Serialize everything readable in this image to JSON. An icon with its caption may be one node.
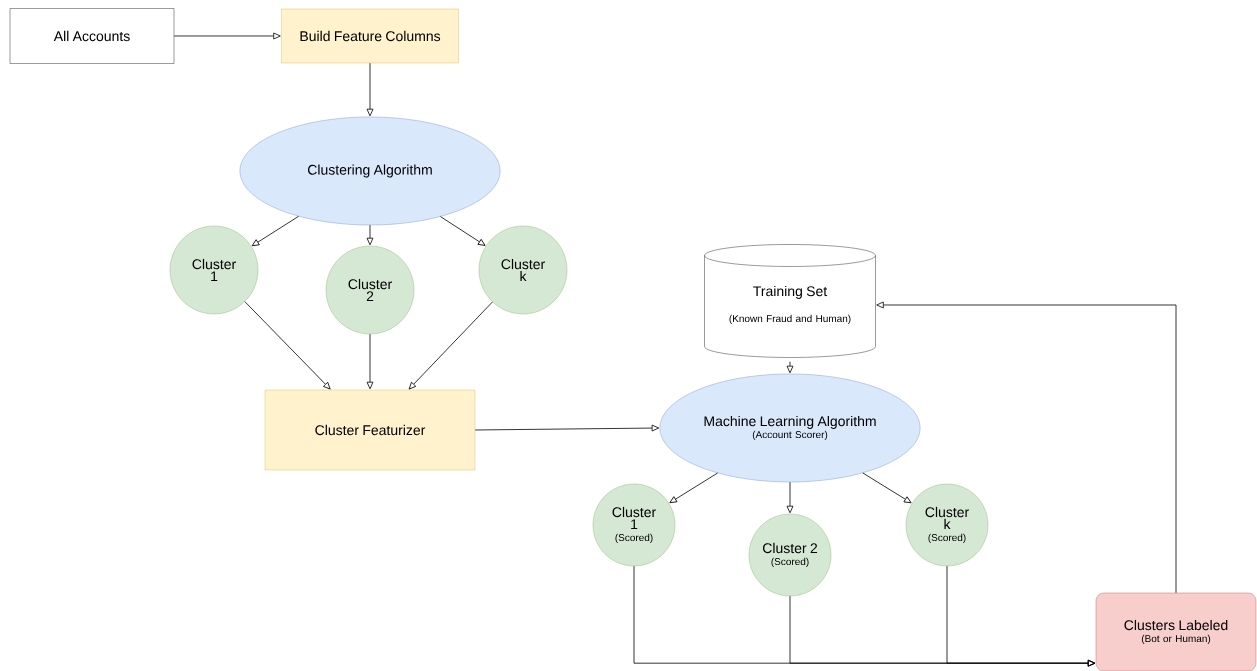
{
  "diagram": {
    "nodes": [
      {
        "text": [
          "All Accounts"
        ]
      },
      {
        "text": [
          "Build Feature Columns"
        ]
      },
      {
        "text": [
          "Clustering Algorithm"
        ]
      },
      {
        "text": [
          "Cluster 1"
        ]
      },
      {
        "text": [
          "Cluster 2"
        ]
      },
      {
        "text": [
          "Cluster k"
        ]
      },
      {
        "text": [
          "Cluster Featurizer"
        ]
      },
      {
        "text": [
          "Training Set",
          "(Known Fraud and Human)"
        ]
      },
      {
        "text": [
          "Machine Learning Algorithm",
          "(Account Scorer)"
        ]
      },
      {
        "text": [
          "Cluster 1",
          "(Scored)"
        ]
      },
      {
        "text": [
          "Cluster 2",
          "(Scored)"
        ]
      },
      {
        "text": [
          "Cluster k",
          "(Scored)"
        ]
      },
      {
        "text": [
          "Clusters Labeled",
          "(Bot or Human)"
        ]
      }
    ],
    "edges": [
      {
        "from": 0,
        "to": 1,
        "arrow": "to"
      },
      {
        "from": 1,
        "to": 2,
        "arrow": "to"
      },
      {
        "from": 2,
        "to": 3,
        "arrow": "to"
      },
      {
        "from": 2,
        "to": 4,
        "arrow": "to"
      },
      {
        "from": 2,
        "to": 5,
        "arrow": "to"
      },
      {
        "from": 3,
        "to": 6,
        "arrow": "to"
      },
      {
        "from": 4,
        "to": 6,
        "arrow": "to"
      },
      {
        "from": 5,
        "to": 6,
        "arrow": "to"
      },
      {
        "from": 6,
        "to": 8,
        "arrow": "to"
      },
      {
        "from": 7,
        "to": 8,
        "arrow": "to"
      },
      {
        "from": 8,
        "to": 9,
        "arrow": "to"
      },
      {
        "from": 8,
        "to": 10,
        "arrow": "to"
      },
      {
        "from": 8,
        "to": 11,
        "arrow": "to"
      },
      {
        "from": 9,
        "to": 12,
        "arrow": "to"
      },
      {
        "from": 10,
        "to": 12,
        "arrow": "to"
      },
      {
        "from": 11,
        "to": 12,
        "arrow": "to"
      },
      {
        "from": 12,
        "to": 7,
        "arrow": "to"
      }
    ]
  }
}
